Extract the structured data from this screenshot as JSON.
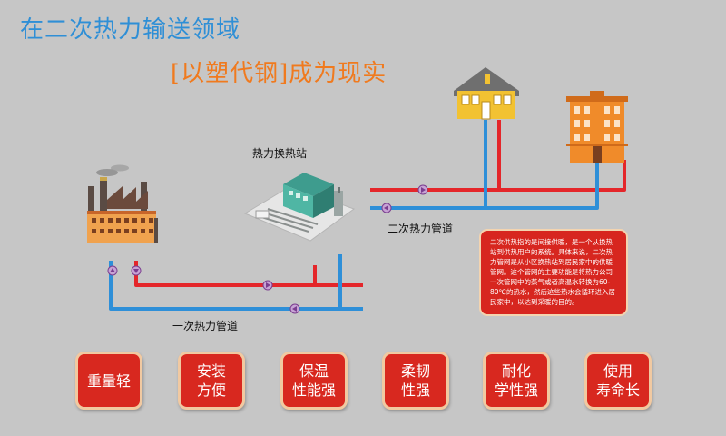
{
  "titles": {
    "line1": "在二次热力输送领域",
    "line2": "[以塑代钢]成为现实"
  },
  "labels": {
    "station": "热力换热站",
    "secondary_pipe": "二次热力管道",
    "primary_pipe": "一次热力管道"
  },
  "info_text": "二次供热指的是间接供暖，是一个从换热站到供热用户的系统。具体来说，二次热力管网是从小区换热站到居民家中的供暖管网。这个管网的主要功能是将热力公司一次管网中的蒸气或者高温水转换为60-80℃的热水，然后这些热水会循环进入居民家中，以达到采暖的目的。",
  "features": [
    {
      "label": "重量轻"
    },
    {
      "label": "安装\n方便"
    },
    {
      "label": "保温\n性能强"
    },
    {
      "label": "柔韧\n性强"
    },
    {
      "label": "耐化\n学性强"
    },
    {
      "label": "使用\n寿命长"
    }
  ],
  "colors": {
    "supply_pipe": "#e4262a",
    "return_pipe": "#2e8fd8",
    "title_blue": "#2f8fd6",
    "title_orange": "#f07a1e",
    "feature_bg": "#d8281f"
  },
  "icons": [
    "factory-icon",
    "heat-exchange-station-icon",
    "house-icon",
    "apartment-building-icon",
    "pump-icon"
  ]
}
